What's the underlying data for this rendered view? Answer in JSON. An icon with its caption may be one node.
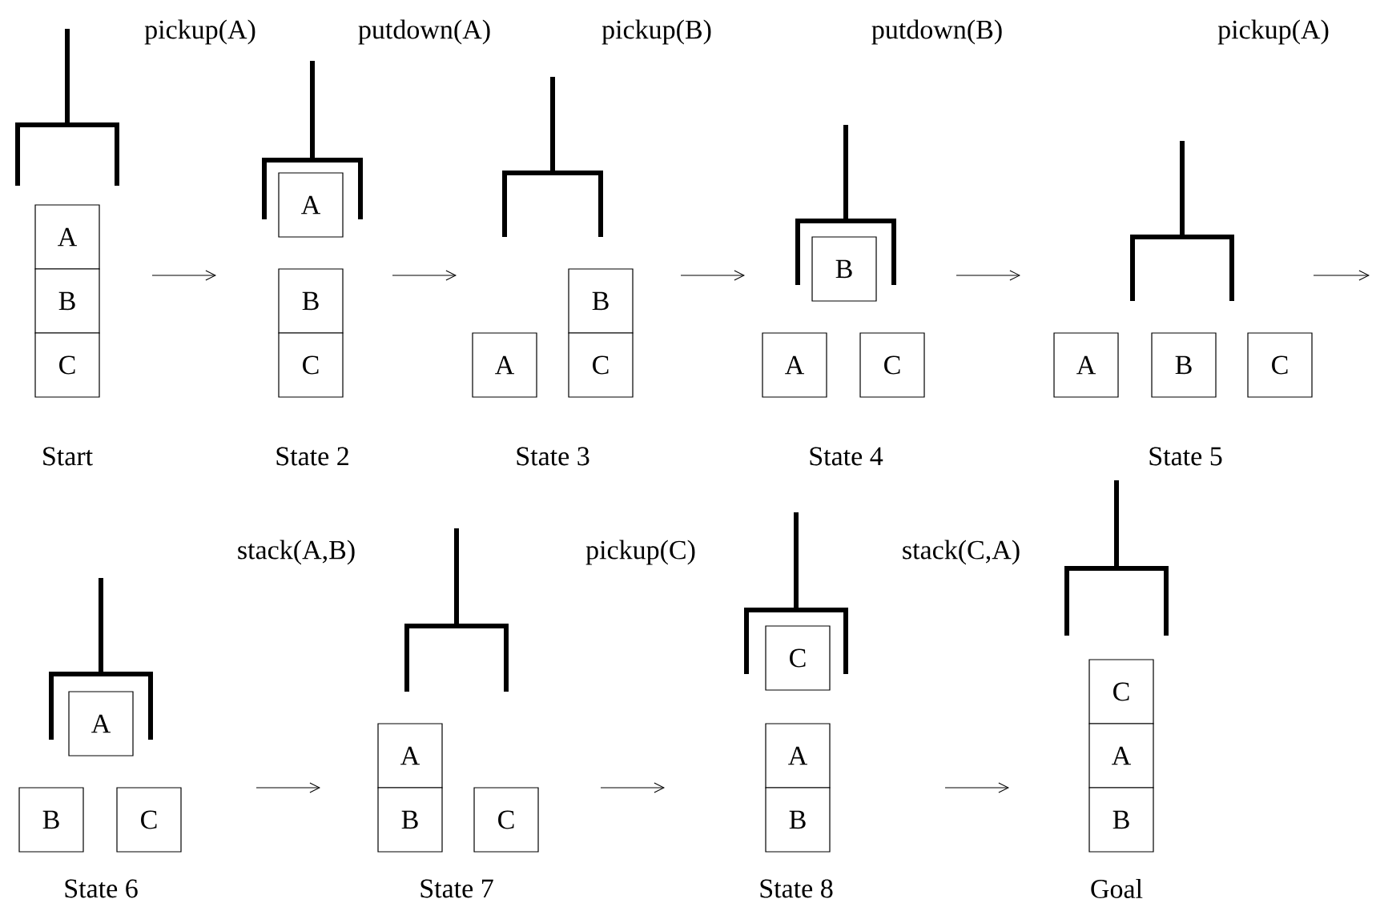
{
  "diagram": {
    "nodes": [
      {
        "text": [
          "A"
        ]
      },
      {
        "text": [
          "B"
        ]
      },
      {
        "text": [
          "C"
        ]
      },
      {
        "text": [
          "A"
        ]
      },
      {
        "text": [
          "B"
        ]
      },
      {
        "text": [
          "C"
        ]
      },
      {
        "text": [
          "B"
        ]
      },
      {
        "text": [
          "A"
        ]
      },
      {
        "text": [
          "C"
        ]
      },
      {
        "text": [
          "B"
        ]
      },
      {
        "text": [
          "A"
        ]
      },
      {
        "text": [
          "C"
        ]
      },
      {
        "text": [
          "A"
        ]
      },
      {
        "text": [
          "B"
        ]
      },
      {
        "text": [
          "C"
        ]
      },
      {
        "text": [
          "A"
        ]
      },
      {
        "text": [
          "B"
        ]
      },
      {
        "text": [
          "C"
        ]
      },
      {
        "text": [
          "A"
        ]
      },
      {
        "text": [
          "B"
        ]
      },
      {
        "text": [
          "C"
        ]
      },
      {
        "text": [
          "C"
        ]
      },
      {
        "text": [
          "A"
        ]
      },
      {
        "text": [
          "B"
        ]
      },
      {
        "text": [
          "C"
        ]
      },
      {
        "text": [
          "A"
        ]
      },
      {
        "text": [
          "B"
        ]
      }
    ],
    "labels": [
      "pickup(A)",
      "putdown(A)",
      "pickup(B)",
      "putdown(B)",
      "pickup(A)",
      "Start",
      "State 2",
      "State 3",
      "State 4",
      "State 5",
      "stack(A,B)",
      "pickup(C)",
      "stack(C,A)",
      "State 6",
      "State 7",
      "State 8",
      "Goal"
    ]
  }
}
